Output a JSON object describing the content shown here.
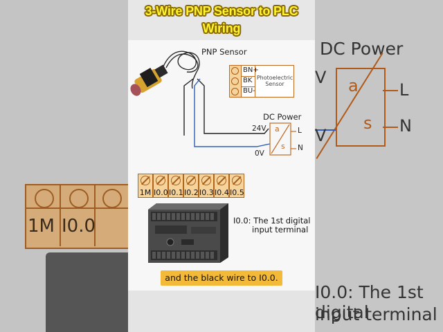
{
  "title": {
    "line1": "3-Wire PNP Sensor to PLC",
    "line2": "Wiring"
  },
  "sensor": {
    "label": "PNP Sensor"
  },
  "sensor_terminals": {
    "rows": [
      "BN+",
      "BK",
      "BU-"
    ],
    "description": "Photoelectric Sensor"
  },
  "dc_power": {
    "label": "DC Power",
    "v24": "24V",
    "v0": "0V",
    "a": "a",
    "s": "s",
    "L": "L",
    "N": "N"
  },
  "plc_terminals": [
    "1M",
    "I0.0",
    "I0.1",
    "I0.2",
    "I0.3",
    "I0.4",
    "I0.5"
  ],
  "terminal_note": {
    "line1": "I0.0: The 1st digital",
    "line2": "input terminal"
  },
  "caption": "and the black wire to I0.0.",
  "colors": {
    "title": "#fff432",
    "title_outline": "#8a6a00",
    "terminal_fill": "#f7d39c",
    "terminal_border": "#b0651b",
    "wire_black": "#222222",
    "wire_blue": "#2f5fb8",
    "caption_bg": "#f3ba3a"
  }
}
